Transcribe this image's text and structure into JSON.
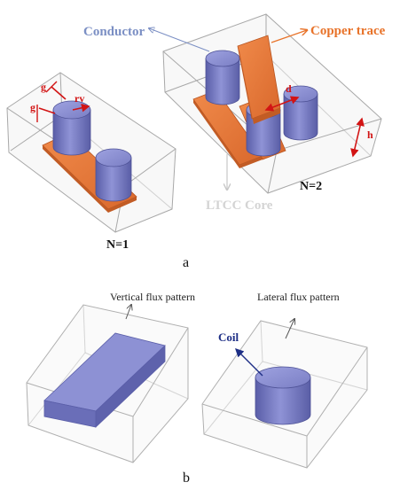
{
  "panel_a": {
    "caption": "a",
    "labels": {
      "conductor": "Conductor",
      "copper_trace": "Copper trace",
      "ltcc_core": "LTCC Core",
      "n1": "N=1",
      "n2": "N=2",
      "g_top": "g",
      "g_side": "g",
      "rv": "rv",
      "d": "d",
      "h": "h"
    }
  },
  "panel_b": {
    "caption": "b",
    "labels": {
      "vertical_flux": "Vertical flux pattern",
      "lateral_flux": "Lateral flux pattern",
      "coil": "Coil"
    }
  },
  "colors": {
    "conductor_label": "#7b8fc4",
    "copper_label": "#e8732a",
    "ltcc_label": "#d4d4d4",
    "cylinder_fill": "#7a7ec4",
    "trace_fill": "#e67a3c",
    "box_line": "#9a9a9a",
    "dimension_red": "#d21414",
    "coil_label": "#1e2f86"
  }
}
